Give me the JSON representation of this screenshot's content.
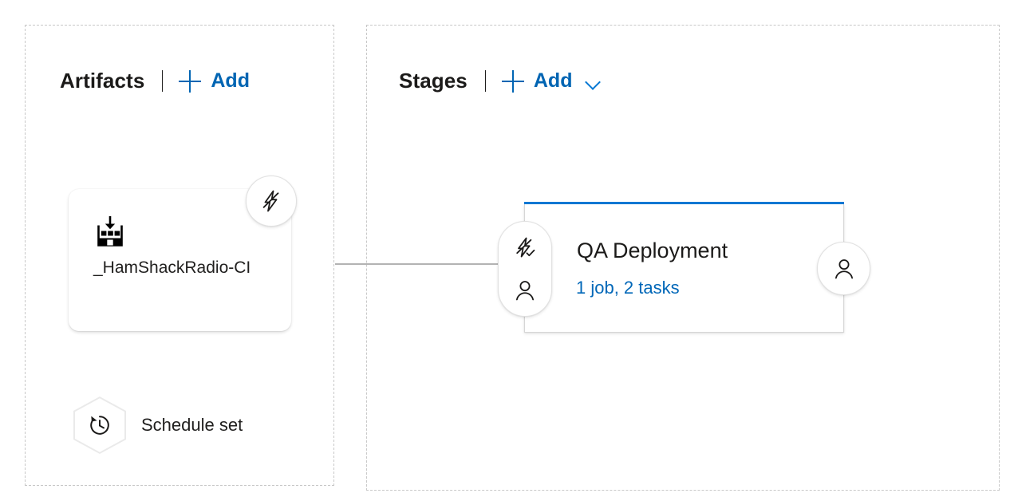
{
  "colors": {
    "accent_blue": "#0078d4",
    "link_blue": "#0067b8",
    "add_blue": "#0065b3",
    "panel_dash": "#c8c8c8",
    "text": "#201f1e",
    "connector": "#b3b3b3"
  },
  "artifacts": {
    "title": "Artifacts",
    "add_label": "Add",
    "plus_icon": "plus-icon",
    "card": {
      "icon": "build-artifact-icon",
      "name": "_HamShackRadio-CI",
      "trigger_badge_icon": "continuous-deployment-trigger-icon"
    },
    "schedule": {
      "icon": "schedule-clock-icon",
      "label": "Schedule set"
    }
  },
  "stages": {
    "title": "Stages",
    "add_label": "Add",
    "plus_icon": "plus-icon",
    "chevron_icon": "chevron-down-icon",
    "card": {
      "name": "QA Deployment",
      "summary": "1 job, 2 tasks",
      "pre_deployment": {
        "trigger_icon": "pre-deployment-trigger-icon",
        "approval_icon": "pre-deployment-approval-person-icon"
      },
      "post_deployment": {
        "approval_icon": "post-deployment-approval-person-icon"
      }
    }
  },
  "connector": {
    "name": "artifact-to-stage-connector"
  }
}
